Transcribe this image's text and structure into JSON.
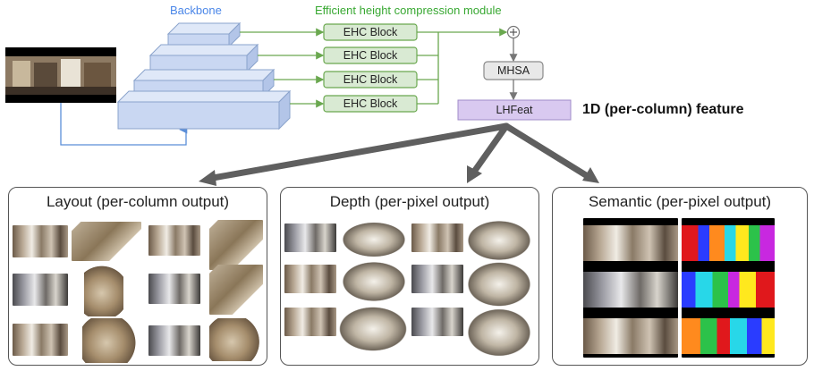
{
  "labels": {
    "backbone": "Backbone",
    "ehc_module": "Efficient height compression module",
    "ehc_block": "EHC Block",
    "mhsa": "MHSA",
    "lhfeat": "LHFeat",
    "feature_1d": "1D (per-column) feature"
  },
  "panels": {
    "layout": "Layout (per-column output)",
    "depth": "Depth (per-pixel output)",
    "semantic": "Semantic (per-pixel output)"
  },
  "colors": {
    "backbone_text": "#4a86e8",
    "ehc_text": "#38a832",
    "ehc_fill": "#d9ead3",
    "ehc_border": "#6aa84f",
    "backbone_fill": "#c9d7f2",
    "lhfeat_fill": "#d9c9f0",
    "arrow_gray": "#5f5f5f"
  }
}
